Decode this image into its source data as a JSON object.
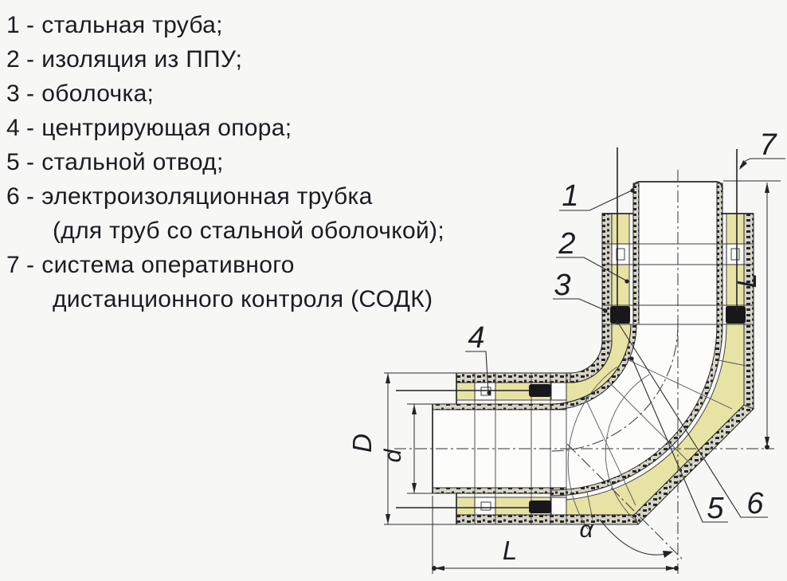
{
  "legend": {
    "sep": "-",
    "items": [
      {
        "label": "1",
        "text": "стальная труба;"
      },
      {
        "label": "2",
        "text": "изоляция из ППУ;"
      },
      {
        "label": "3",
        "text": "оболочка;"
      },
      {
        "label": "4",
        "text": "центрирующая опора;"
      },
      {
        "label": "5",
        "text": "стальной отвод;"
      },
      {
        "label": "6",
        "text": "электроизоляционная трубка",
        "text2": "(для труб со стальной оболочкой);"
      },
      {
        "label": "7",
        "text": "система оперативного",
        "text2": "дистанционного контроля (СОДК)"
      }
    ]
  },
  "drawing": {
    "labels": {
      "n1": "1",
      "n2": "2",
      "n3": "3",
      "n4": "4",
      "n5": "5",
      "n6": "6",
      "n7": "7"
    },
    "dims": {
      "outer_diameter": "D",
      "pipe_diameter": "d",
      "length_horizontal": "L",
      "length_vertical": "L",
      "angle": "α"
    }
  },
  "colors": {
    "background": "#f7f7f5",
    "insulation_yellow": "#e7e3a4",
    "casing_base": "#d6d4c6",
    "hatch_dash": "#26262a",
    "line": "#2a2a2e",
    "tube_black": "#17171c",
    "text": "#1b1b22"
  }
}
